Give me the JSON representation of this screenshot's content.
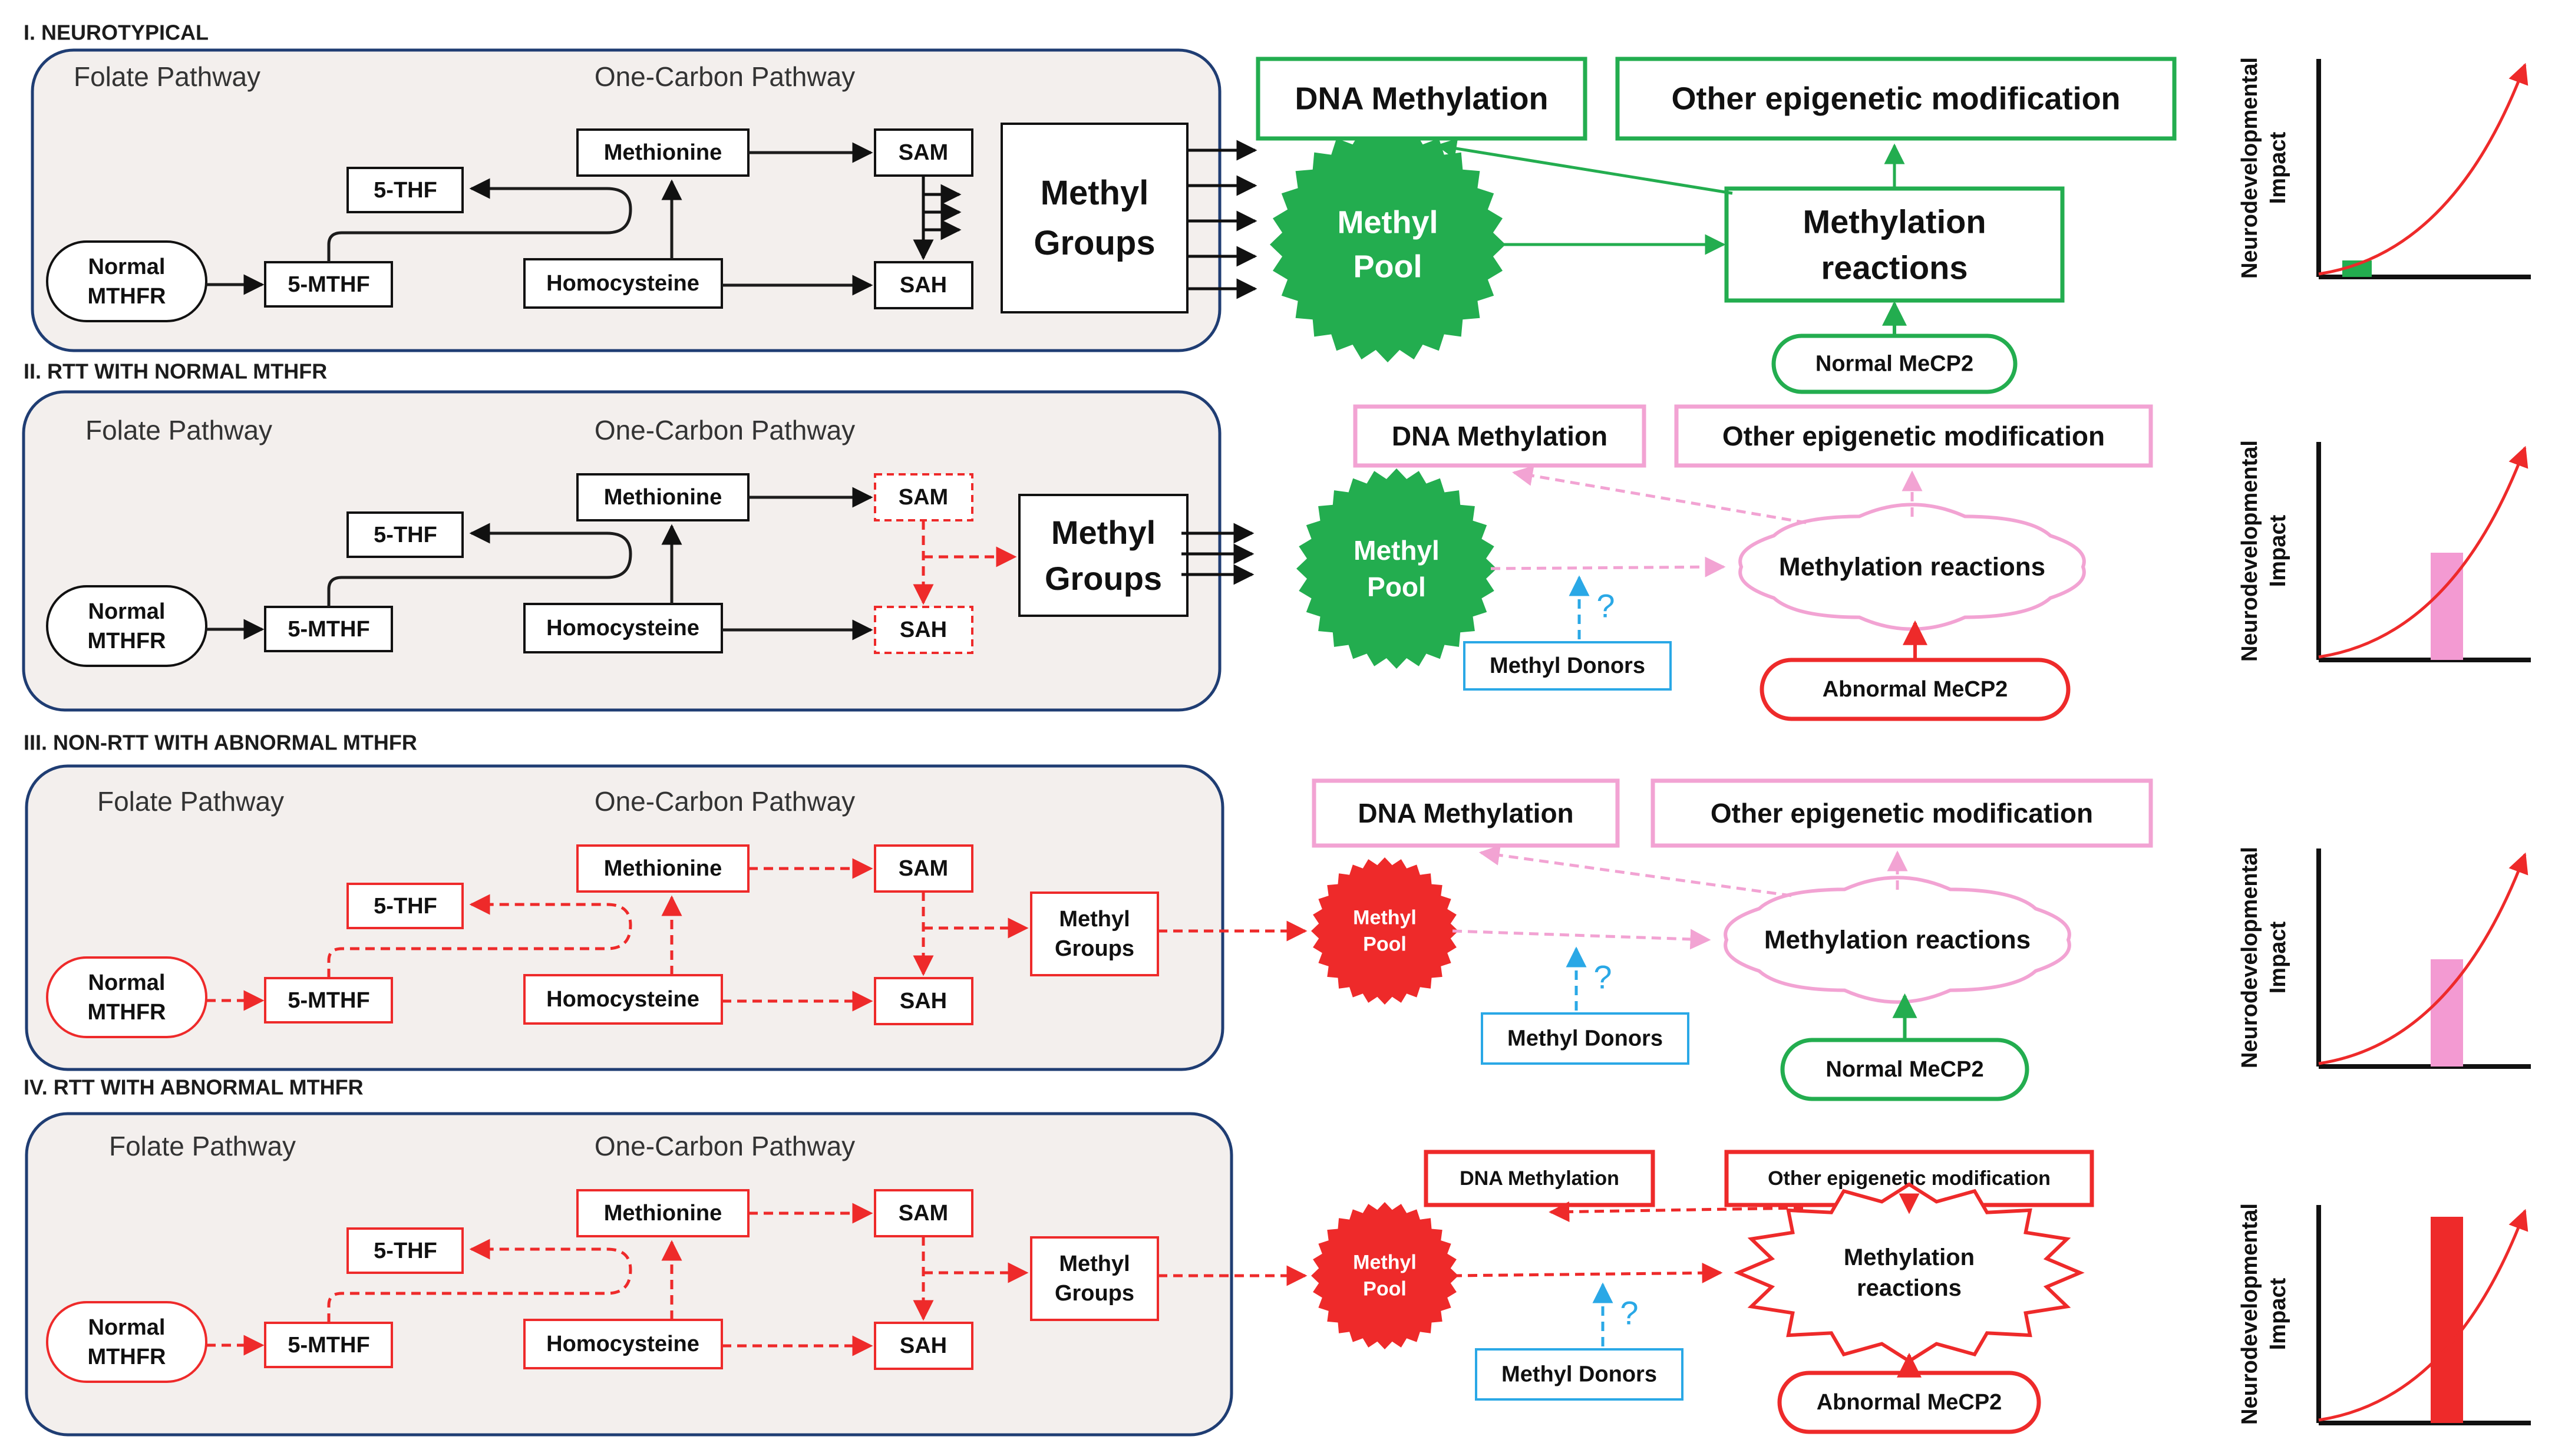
{
  "sections": [
    {
      "title": "I. NEUROTYPICAL",
      "folate_label": "Folate Pathway",
      "one_carbon_label": "One-Carbon Pathway",
      "normal_mthfr": [
        "Normal",
        "MTHFR"
      ],
      "five_mthf": "5-MTHF",
      "five_thf": "5-THF",
      "methionine": "Methionine",
      "homocysteine": "Homocysteine",
      "sam": "SAM",
      "sah": "SAH",
      "methyl_groups": [
        "Methyl",
        "Groups"
      ],
      "methyl_pool": [
        "Methyl",
        "Pool"
      ],
      "dna_methylation": "DNA Methylation",
      "other_epigenetic": "Other epigenetic modification",
      "methylation_reactions": [
        "Methylation",
        "reactions"
      ],
      "mecp2": "Normal MeCP2",
      "impact_label": [
        "Neurodevelopmental",
        "Impact"
      ],
      "impact_level": 0.08
    },
    {
      "title": "II. RTT WITH NORMAL MTHFR",
      "folate_label": "Folate Pathway",
      "one_carbon_label": "One-Carbon Pathway",
      "normal_mthfr": [
        "Normal",
        "MTHFR"
      ],
      "five_mthf": "5-MTHF",
      "five_thf": "5-THF",
      "methionine": "Methionine",
      "homocysteine": "Homocysteine",
      "sam": "SAM",
      "sah": "SAH",
      "methyl_groups": [
        "Methyl",
        "Groups"
      ],
      "methyl_pool": [
        "Methyl",
        "Pool"
      ],
      "dna_methylation": "DNA Methylation",
      "other_epigenetic": "Other epigenetic modification",
      "methylation_reactions": "Methylation reactions",
      "methyl_donors": "Methyl Donors",
      "question": "?",
      "mecp2": "Abnormal MeCP2",
      "impact_label": [
        "Neurodevelopmental",
        "Impact"
      ],
      "impact_level": 0.52
    },
    {
      "title": "III. NON-RTT WITH ABNORMAL MTHFR",
      "folate_label": "Folate Pathway",
      "one_carbon_label": "One-Carbon Pathway",
      "normal_mthfr": [
        "Normal",
        "MTHFR"
      ],
      "five_mthf": "5-MTHF",
      "five_thf": "5-THF",
      "methionine": "Methionine",
      "homocysteine": "Homocysteine",
      "sam": "SAM",
      "sah": "SAH",
      "methyl_groups": [
        "Methyl",
        "Groups"
      ],
      "methyl_pool": [
        "Methyl",
        "Pool"
      ],
      "dna_methylation": "DNA Methylation",
      "other_epigenetic": "Other epigenetic modification",
      "methylation_reactions": "Methylation reactions",
      "methyl_donors": "Methyl Donors",
      "question": "?",
      "mecp2": "Normal MeCP2",
      "impact_label": [
        "Neurodevelopmental",
        "Impact"
      ],
      "impact_level": 0.52
    },
    {
      "title": "IV. RTT WITH ABNORMAL MTHFR",
      "folate_label": "Folate Pathway",
      "one_carbon_label": "One-Carbon Pathway",
      "normal_mthfr": [
        "Normal",
        "MTHFR"
      ],
      "five_mthf": "5-MTHF",
      "five_thf": "5-THF",
      "methionine": "Methionine",
      "homocysteine": "Homocysteine",
      "sam": "SAM",
      "sah": "SAH",
      "methyl_groups": [
        "Methyl",
        "Groups"
      ],
      "methyl_pool": [
        "Methyl",
        "Pool"
      ],
      "dna_methylation": "DNA Methylation",
      "other_epigenetic": "Other epigenetic modification",
      "methylation_reactions": [
        "Methylation",
        "reactions"
      ],
      "methyl_donors": "Methyl Donors",
      "question": "?",
      "mecp2": "Abnormal MeCP2",
      "impact_label": [
        "Neurodevelopmental",
        "Impact"
      ],
      "impact_level": 1.0
    }
  ],
  "colors": {
    "normal": "#1c1c1c",
    "green": "#23ad4f",
    "pink": "#f2a3d3",
    "pink_bar": "#f39ad2",
    "red": "#ee2a2a",
    "blue": "#2aa8e6",
    "panel_fill": "#f3efed",
    "panel_border": "#1f3d73"
  }
}
